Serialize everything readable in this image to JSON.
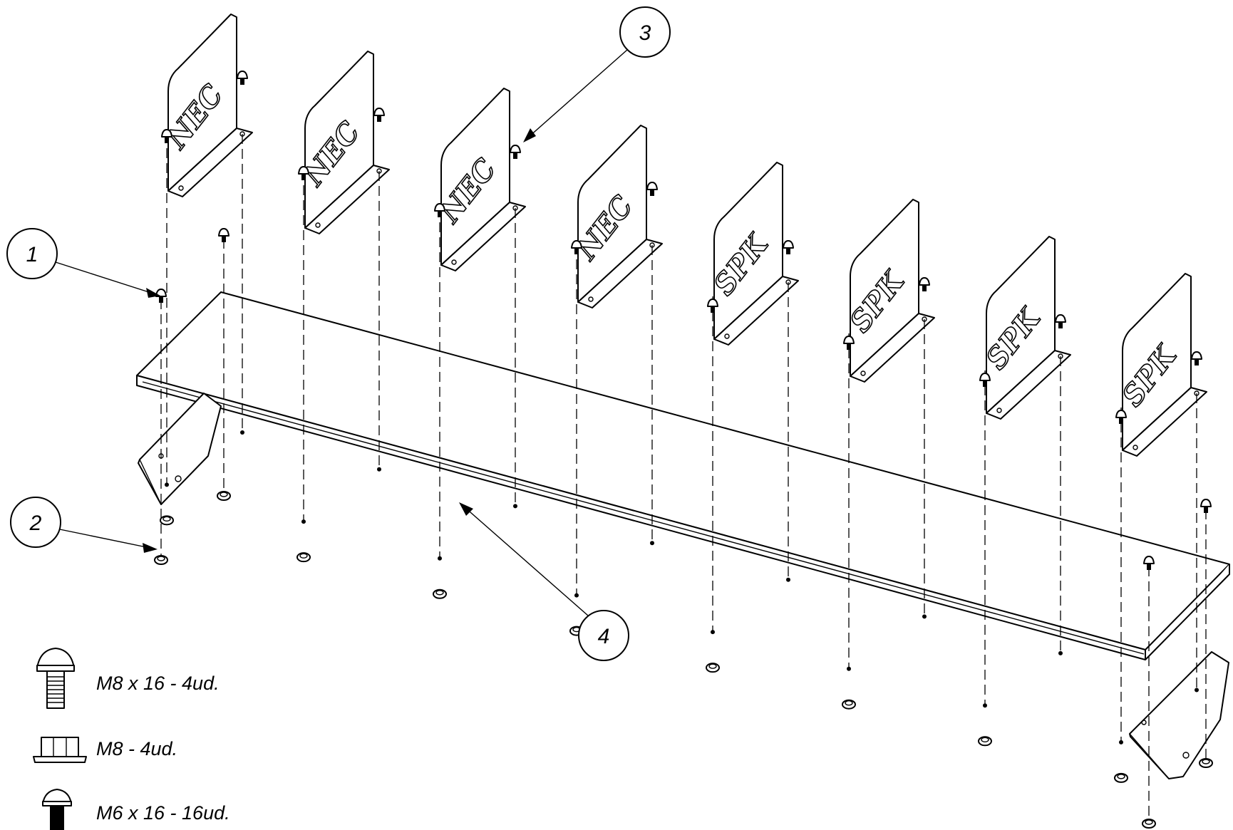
{
  "callouts": [
    {
      "number": "1"
    },
    {
      "number": "2"
    },
    {
      "number": "3"
    },
    {
      "number": "4"
    }
  ],
  "logos": {
    "left": "NEC",
    "right": "SPK"
  },
  "legend": [
    {
      "icon": "m8-bolt-icon",
      "label": "M8 x 16 - 4ud."
    },
    {
      "icon": "m8-nut-icon",
      "label": "M8 - 4ud."
    },
    {
      "icon": "m6-bolt-icon",
      "label": "M6 x 16 - 16ud."
    }
  ]
}
